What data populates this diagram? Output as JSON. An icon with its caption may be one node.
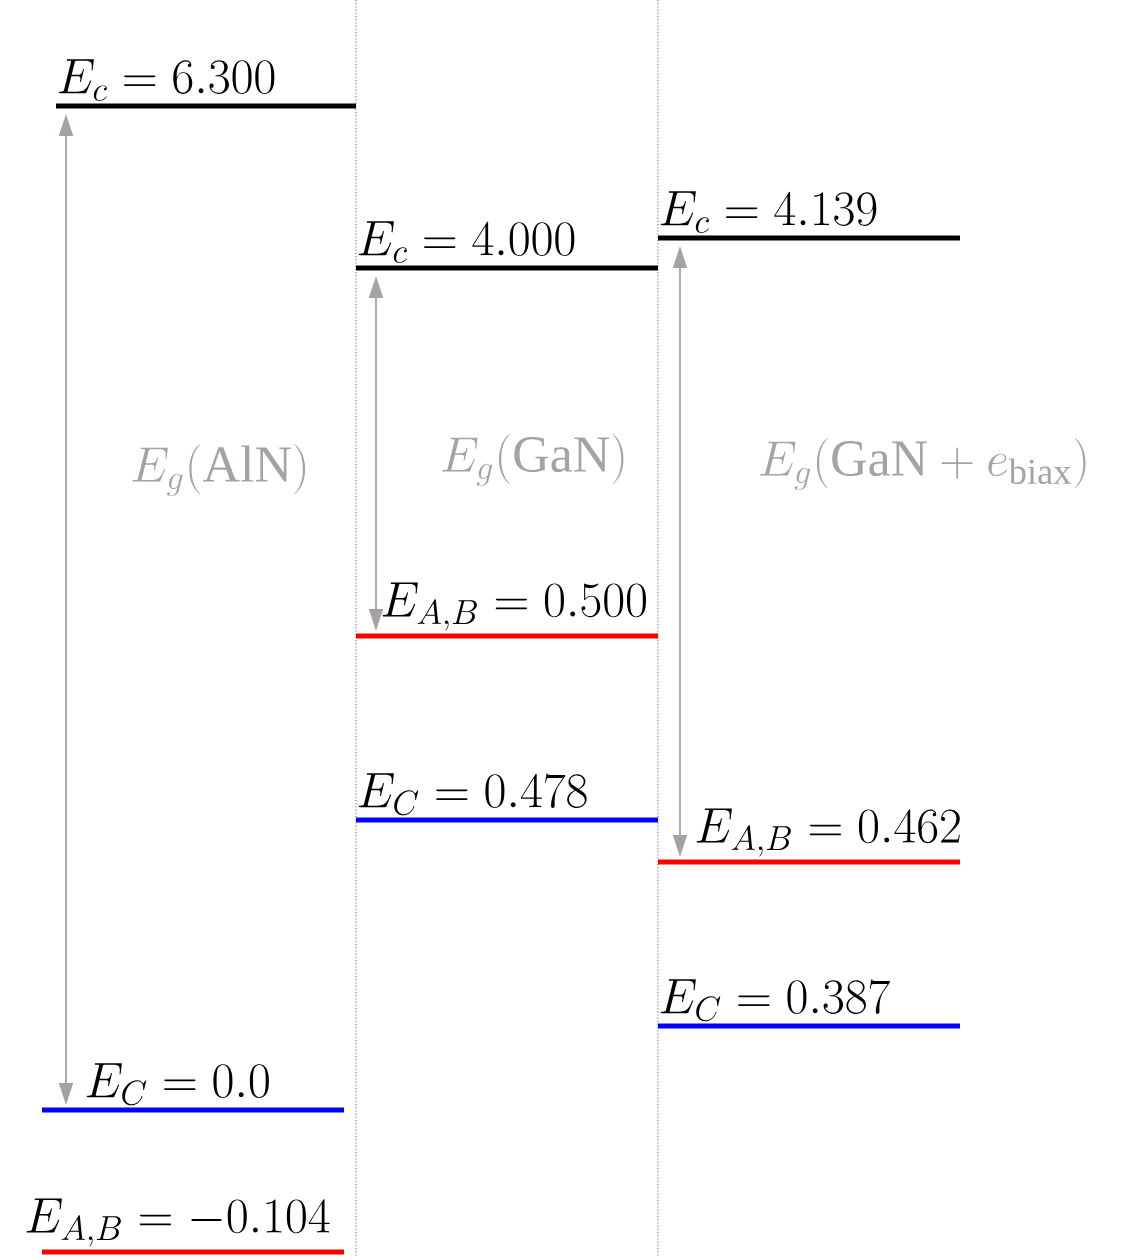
{
  "diagram": {
    "nodes": [
      {
        "text": [
          "E_c = 6.300"
        ]
      },
      {
        "text": [
          "E_C = 0.0"
        ]
      },
      {
        "text": [
          "E_{A,B} = -0.104"
        ]
      },
      {
        "text": [
          "E_c = 4.000"
        ]
      },
      {
        "text": [
          "E_{A,B} = 0.500"
        ]
      },
      {
        "text": [
          "E_C = 0.478"
        ]
      },
      {
        "text": [
          "E_c = 4.139"
        ]
      },
      {
        "text": [
          "E_{A,B} = 0.462"
        ]
      },
      {
        "text": [
          "E_C = 0.387"
        ]
      }
    ],
    "edges": [
      {
        "from": 0,
        "to": 1,
        "arrow": "both",
        "label": "E_g(\\mathrm{AlN})"
      },
      {
        "from": 3,
        "to": 4,
        "arrow": "both",
        "label": "E_g(\\mathrm{GaN})"
      },
      {
        "from": 6,
        "to": 7,
        "arrow": "both",
        "label": "E_g(\\mathrm{GaN}+e_{\\mathrm{biax}})"
      }
    ]
  }
}
